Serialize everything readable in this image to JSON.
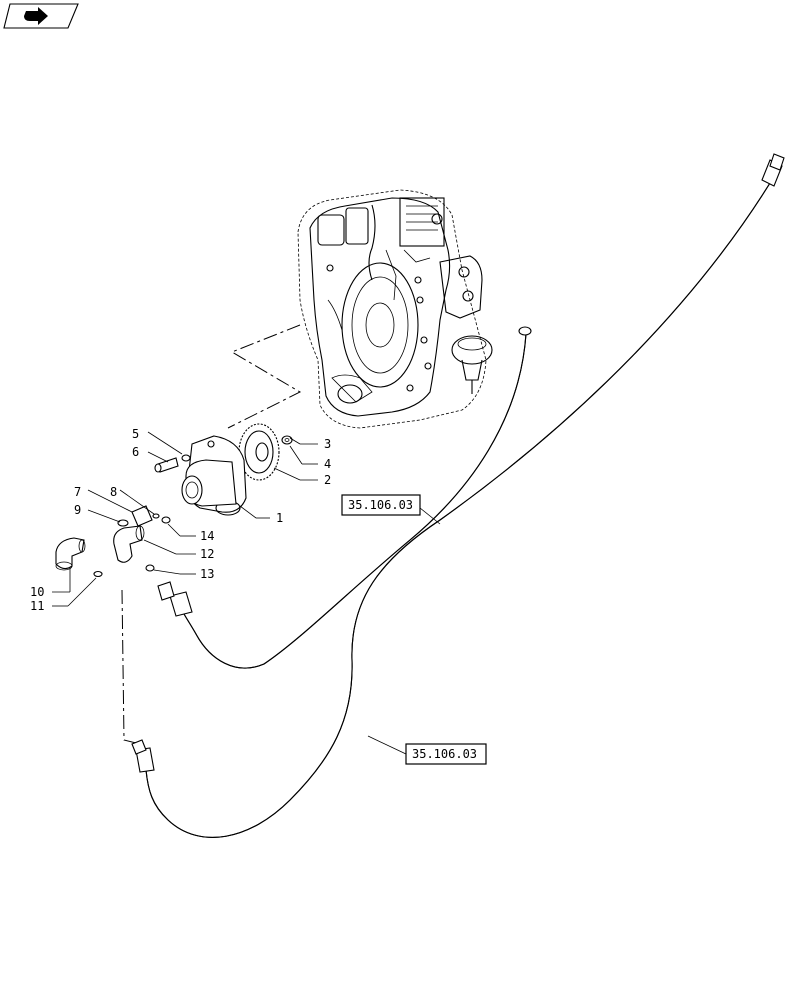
{
  "nav_icon": "next-page-arrow-icon",
  "references": [
    {
      "id": "ref-upper",
      "text": "35.106.03"
    },
    {
      "id": "ref-lower",
      "text": "35.106.03"
    }
  ],
  "callouts": [
    {
      "id": "callout-1",
      "text": "1"
    },
    {
      "id": "callout-2",
      "text": "2"
    },
    {
      "id": "callout-3",
      "text": "3"
    },
    {
      "id": "callout-4",
      "text": "4"
    },
    {
      "id": "callout-5",
      "text": "5"
    },
    {
      "id": "callout-6",
      "text": "6"
    },
    {
      "id": "callout-7",
      "text": "7"
    },
    {
      "id": "callout-8",
      "text": "8"
    },
    {
      "id": "callout-9",
      "text": "9"
    },
    {
      "id": "callout-10",
      "text": "10"
    },
    {
      "id": "callout-11",
      "text": "11"
    },
    {
      "id": "callout-12",
      "text": "12"
    },
    {
      "id": "callout-13",
      "text": "13"
    },
    {
      "id": "callout-14",
      "text": "14"
    }
  ]
}
